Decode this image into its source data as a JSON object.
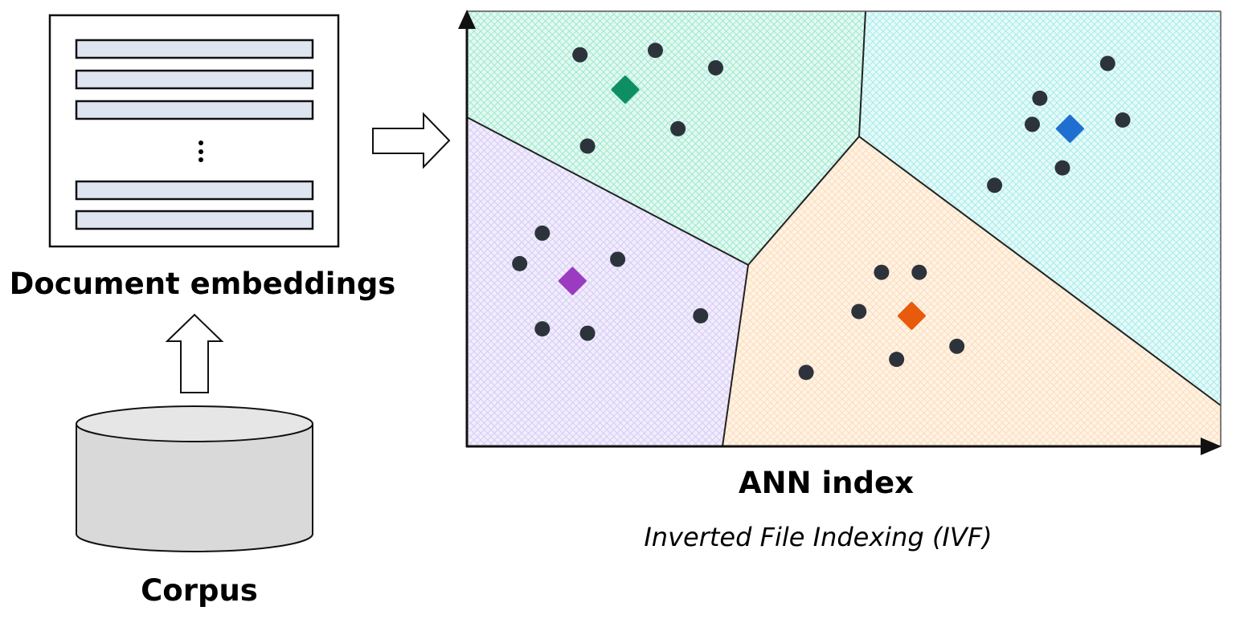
{
  "embeddings_panel": {
    "title": "Document embeddings",
    "rows_before_ellipsis": 3,
    "rows_after_ellipsis": 2,
    "ellipsis": "vertical-ellipsis",
    "row_color": "#dfe5f0"
  },
  "corpus": {
    "title": "Corpus",
    "icon": "database-cylinder-icon",
    "color_body": "#d9d9d9",
    "color_top": "#e6e6e6"
  },
  "arrows": [
    {
      "from": "corpus",
      "to": "embeddings_panel",
      "direction": "up"
    },
    {
      "from": "embeddings_panel",
      "to": "ann_index",
      "direction": "right"
    }
  ],
  "ann_index": {
    "title": "ANN index",
    "subtitle": "Inverted File Indexing (IVF)",
    "clusters": [
      {
        "name": "green",
        "region_color": "#b8f0de",
        "centroid_color": "#0e8f63",
        "centroid": [
          0.21,
          0.82
        ],
        "points": [
          [
            0.15,
            0.9
          ],
          [
            0.25,
            0.91
          ],
          [
            0.33,
            0.87
          ],
          [
            0.16,
            0.69
          ],
          [
            0.28,
            0.73
          ]
        ]
      },
      {
        "name": "blue",
        "region_color": "#c4f2f0",
        "centroid_color": "#1f6fd1",
        "centroid": [
          0.8,
          0.73
        ],
        "points": [
          [
            0.85,
            0.88
          ],
          [
            0.76,
            0.8
          ],
          [
            0.75,
            0.74
          ],
          [
            0.87,
            0.75
          ],
          [
            0.79,
            0.64
          ],
          [
            0.7,
            0.6
          ]
        ]
      },
      {
        "name": "purple",
        "region_color": "#ddd4f7",
        "centroid_color": "#9b3cc0",
        "centroid": [
          0.14,
          0.38
        ],
        "points": [
          [
            0.1,
            0.49
          ],
          [
            0.07,
            0.42
          ],
          [
            0.2,
            0.43
          ],
          [
            0.1,
            0.27
          ],
          [
            0.16,
            0.26
          ],
          [
            0.31,
            0.3
          ]
        ]
      },
      {
        "name": "orange",
        "region_color": "#fde3c7",
        "centroid_color": "#e85a0c",
        "centroid": [
          0.59,
          0.3
        ],
        "points": [
          [
            0.55,
            0.4
          ],
          [
            0.6,
            0.4
          ],
          [
            0.52,
            0.31
          ],
          [
            0.57,
            0.2
          ],
          [
            0.65,
            0.23
          ],
          [
            0.45,
            0.17
          ]
        ]
      }
    ],
    "point_color": "#2d333b",
    "boundary_color": "#222222"
  }
}
